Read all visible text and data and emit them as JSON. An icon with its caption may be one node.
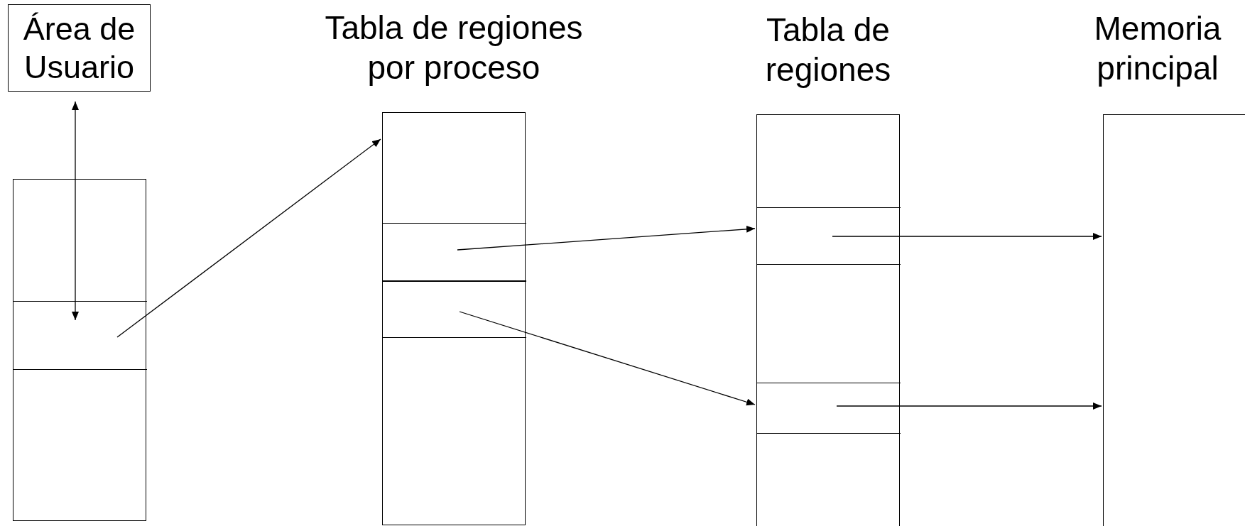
{
  "diagram": {
    "nodes": [
      {
        "text": [
          "Área de Usuario"
        ]
      },
      {
        "text": [],
        "shape": "box"
      },
      {
        "text": [],
        "shape": "box",
        "in": 1
      },
      {
        "text": [
          "Tabla de regiones por proceso"
        ]
      },
      {
        "text": [],
        "shape": "box",
        "in": 3
      },
      {
        "text": [],
        "shape": "box",
        "in": 3
      },
      {
        "text": [
          "Tabla de regiones"
        ]
      },
      {
        "text": [],
        "shape": "box",
        "in": 6
      },
      {
        "text": [],
        "shape": "box",
        "in": 6
      },
      {
        "text": [
          "Memoria principal"
        ]
      }
    ],
    "edges": [
      {
        "from": 0,
        "to": 2,
        "arrow": "both"
      },
      {
        "from": 2,
        "to": 3,
        "arrow": "to"
      },
      {
        "from": 4,
        "to": 7,
        "arrow": "to"
      },
      {
        "from": 5,
        "to": 8,
        "arrow": "to"
      },
      {
        "from": 7,
        "to": 9,
        "arrow": "to"
      },
      {
        "from": 8,
        "to": 9,
        "arrow": "to"
      }
    ]
  }
}
